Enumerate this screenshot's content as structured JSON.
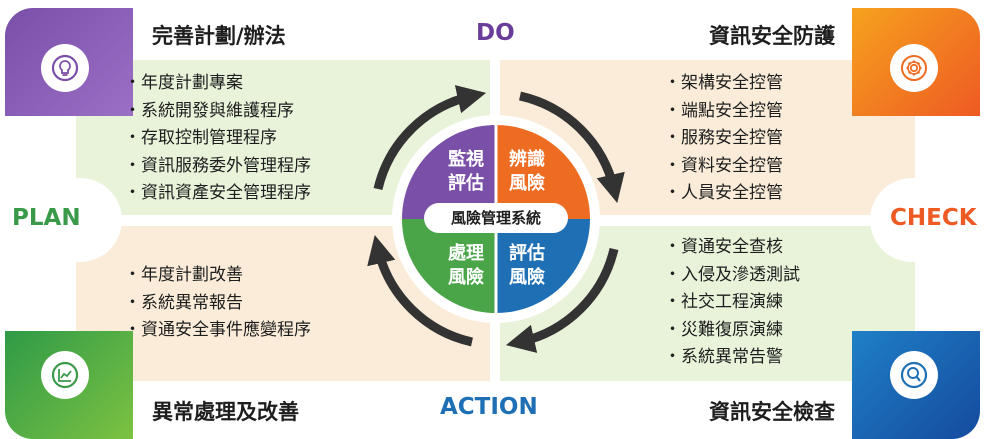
{
  "quadrants": {
    "top_left": {
      "heading": "完善計劃/辦法",
      "items": [
        "年度計劃專案",
        "系統開發與維護程序",
        "存取控制管理程序",
        "資訊服務委外管理程序",
        "資訊資產安全管理程序"
      ],
      "icon": "lightbulb-icon"
    },
    "top_right": {
      "heading": "資訊安全防護",
      "items": [
        "架構安全控管",
        "端點安全控管",
        "服務安全控管",
        "資料安全控管",
        "人員安全控管"
      ],
      "icon": "gear-icon"
    },
    "bottom_left": {
      "heading": "異常處理及改善",
      "items": [
        "年度計劃改善",
        "系統異常報告",
        "資通安全事件應變程序"
      ],
      "icon": "chart-trend-icon"
    },
    "bottom_right": {
      "heading": "資訊安全檢查",
      "items": [
        "資通安全查核",
        "入侵及滲透測試",
        "社交工程演練",
        "災難復原演練",
        "系統異常告警"
      ],
      "icon": "magnifier-icon"
    }
  },
  "phases": {
    "plan": {
      "label": "PLAN",
      "color": "#3a9a4a"
    },
    "do": {
      "label": "DO",
      "color": "#6a3d9a"
    },
    "check": {
      "label": "CHECK",
      "color": "#ee5a23"
    },
    "action": {
      "label": "ACTION",
      "color": "#1f6fb5"
    }
  },
  "center": {
    "title": "風險管理系統",
    "segments": {
      "top_left": {
        "line1": "監視",
        "line2": "評估",
        "color": "#7a4fa8"
      },
      "top_right": {
        "line1": "辨識",
        "line2": "風險",
        "color": "#ee6b22"
      },
      "bottom_left": {
        "line1": "處理",
        "line2": "風險",
        "color": "#4aa548"
      },
      "bottom_right": {
        "line1": "評估",
        "line2": "風險",
        "color": "#1f6fb5"
      }
    }
  },
  "colors": {
    "panel_green": "#e8f3da",
    "panel_beige": "#faecd9",
    "arrow": "#333333"
  }
}
